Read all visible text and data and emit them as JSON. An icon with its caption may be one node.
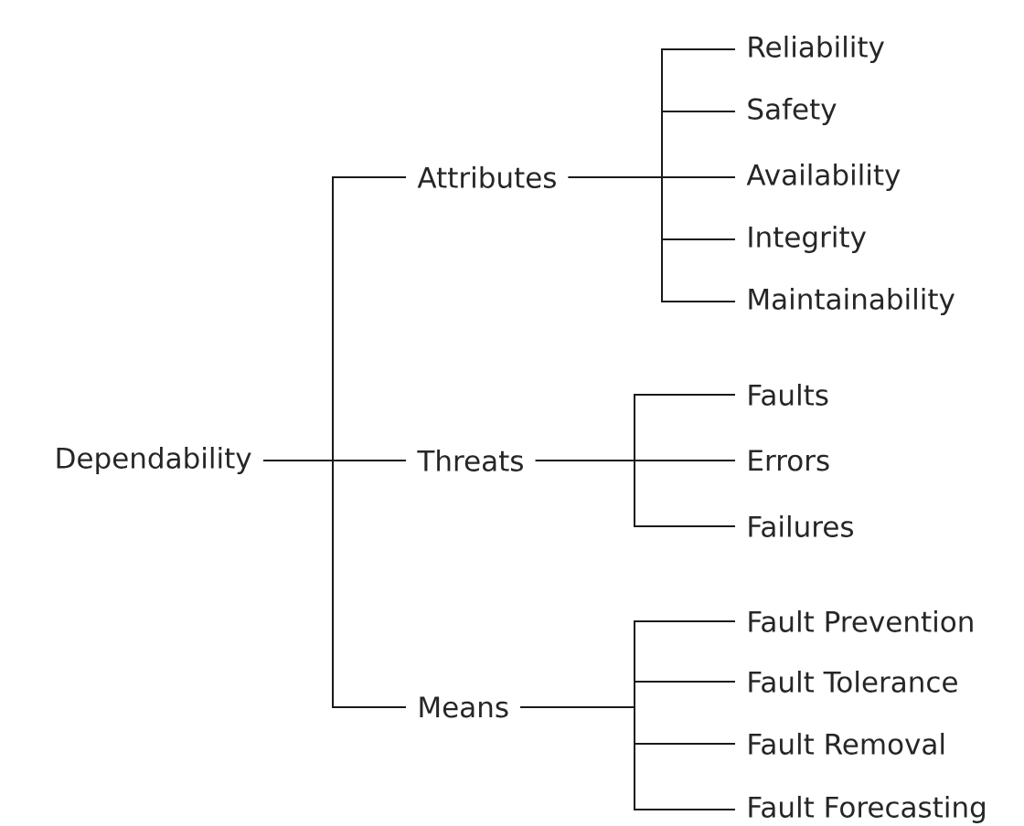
{
  "diagram": {
    "nodes": [
      {
        "text": [
          "Dependability"
        ]
      },
      {
        "text": [
          "Attributes"
        ]
      },
      {
        "text": [
          "Reliability"
        ]
      },
      {
        "text": [
          "Safety"
        ]
      },
      {
        "text": [
          "Availability"
        ]
      },
      {
        "text": [
          "Integrity"
        ]
      },
      {
        "text": [
          "Maintainability"
        ]
      },
      {
        "text": [
          "Threats"
        ]
      },
      {
        "text": [
          "Faults"
        ]
      },
      {
        "text": [
          "Errors"
        ]
      },
      {
        "text": [
          "Failures"
        ]
      },
      {
        "text": [
          "Means"
        ]
      },
      {
        "text": [
          "Fault Prevention"
        ]
      },
      {
        "text": [
          "Fault Tolerance"
        ]
      },
      {
        "text": [
          "Fault Removal"
        ]
      },
      {
        "text": [
          "Fault Forecasting"
        ]
      }
    ],
    "edges": [
      {
        "from": 0,
        "to": 1,
        "arrow": "none"
      },
      {
        "from": 0,
        "to": 7,
        "arrow": "none"
      },
      {
        "from": 0,
        "to": 11,
        "arrow": "none"
      },
      {
        "from": 1,
        "to": 2,
        "arrow": "none"
      },
      {
        "from": 1,
        "to": 3,
        "arrow": "none"
      },
      {
        "from": 1,
        "to": 4,
        "arrow": "none"
      },
      {
        "from": 1,
        "to": 5,
        "arrow": "none"
      },
      {
        "from": 1,
        "to": 6,
        "arrow": "none"
      },
      {
        "from": 7,
        "to": 8,
        "arrow": "none"
      },
      {
        "from": 7,
        "to": 9,
        "arrow": "none"
      },
      {
        "from": 7,
        "to": 10,
        "arrow": "none"
      },
      {
        "from": 11,
        "to": 12,
        "arrow": "none"
      },
      {
        "from": 11,
        "to": 13,
        "arrow": "none"
      },
      {
        "from": 11,
        "to": 14,
        "arrow": "none"
      },
      {
        "from": 11,
        "to": 15,
        "arrow": "none"
      }
    ]
  }
}
